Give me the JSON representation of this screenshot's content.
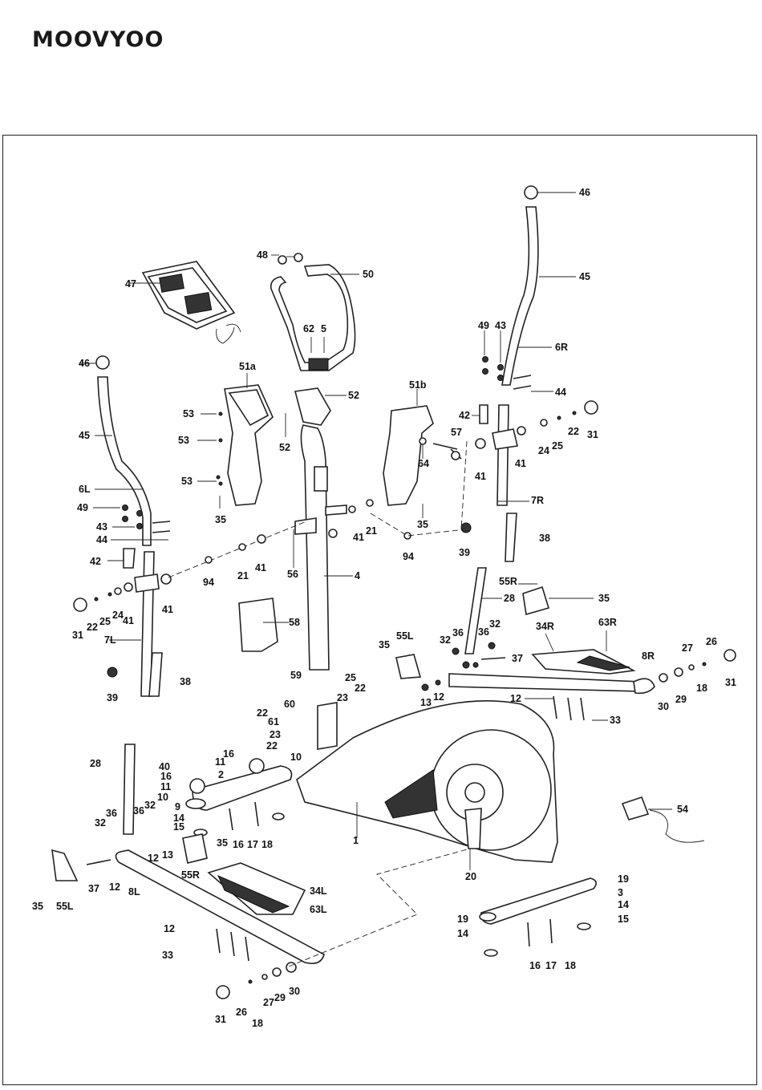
{
  "brand": "MOOVYOO",
  "labels": [
    {
      "id": "46r",
      "text": "46"
    },
    {
      "id": "45r",
      "text": "45"
    },
    {
      "id": "6R",
      "text": "6R"
    },
    {
      "id": "49r",
      "text": "49"
    },
    {
      "id": "43r",
      "text": "43"
    },
    {
      "id": "44r",
      "text": "44"
    },
    {
      "id": "48",
      "text": "48"
    },
    {
      "id": "50",
      "text": "50"
    },
    {
      "id": "62",
      "text": "62"
    },
    {
      "id": "5",
      "text": "5"
    },
    {
      "id": "47",
      "text": "47"
    },
    {
      "id": "46l",
      "text": "46"
    },
    {
      "id": "45l",
      "text": "45"
    },
    {
      "id": "6L",
      "text": "6L"
    },
    {
      "id": "49l",
      "text": "49"
    },
    {
      "id": "43l",
      "text": "43"
    },
    {
      "id": "44l",
      "text": "44"
    },
    {
      "id": "51a",
      "text": "51a"
    },
    {
      "id": "52a",
      "text": "52"
    },
    {
      "id": "52b",
      "text": "52"
    },
    {
      "id": "51b",
      "text": "51b"
    },
    {
      "id": "53a",
      "text": "53"
    },
    {
      "id": "53b",
      "text": "53"
    },
    {
      "id": "53c",
      "text": "53"
    },
    {
      "id": "35a",
      "text": "35"
    },
    {
      "id": "42r",
      "text": "42"
    },
    {
      "id": "57",
      "text": "57"
    },
    {
      "id": "64",
      "text": "64"
    },
    {
      "id": "41r1",
      "text": "41"
    },
    {
      "id": "41r2",
      "text": "41"
    },
    {
      "id": "24r",
      "text": "24"
    },
    {
      "id": "25r",
      "text": "25"
    },
    {
      "id": "22r",
      "text": "22"
    },
    {
      "id": "31r",
      "text": "31"
    },
    {
      "id": "7R",
      "text": "7R"
    },
    {
      "id": "38r",
      "text": "38"
    },
    {
      "id": "39r",
      "text": "39"
    },
    {
      "id": "94r",
      "text": "94"
    },
    {
      "id": "35b",
      "text": "35"
    },
    {
      "id": "21r",
      "text": "21"
    },
    {
      "id": "41c",
      "text": "41"
    },
    {
      "id": "42l",
      "text": "42"
    },
    {
      "id": "94l",
      "text": "94"
    },
    {
      "id": "21l",
      "text": "21"
    },
    {
      "id": "41l1",
      "text": "41"
    },
    {
      "id": "56",
      "text": "56"
    },
    {
      "id": "4",
      "text": "4"
    },
    {
      "id": "31l",
      "text": "31"
    },
    {
      "id": "22l",
      "text": "22"
    },
    {
      "id": "25l",
      "text": "25"
    },
    {
      "id": "24l",
      "text": "24"
    },
    {
      "id": "41l2",
      "text": "41"
    },
    {
      "id": "41l3",
      "text": "41"
    },
    {
      "id": "7L",
      "text": "7L"
    },
    {
      "id": "39l",
      "text": "39"
    },
    {
      "id": "38l",
      "text": "38"
    },
    {
      "id": "58",
      "text": "58"
    },
    {
      "id": "55Rt",
      "text": "55R"
    },
    {
      "id": "35c",
      "text": "35"
    },
    {
      "id": "28r",
      "text": "28"
    },
    {
      "id": "34R",
      "text": "34R"
    },
    {
      "id": "63R",
      "text": "63R"
    },
    {
      "id": "35d",
      "text": "35"
    },
    {
      "id": "55Lt",
      "text": "55L"
    },
    {
      "id": "32a",
      "text": "32"
    },
    {
      "id": "36a",
      "text": "36"
    },
    {
      "id": "36b",
      "text": "36"
    },
    {
      "id": "32b",
      "text": "32"
    },
    {
      "id": "37r",
      "text": "37"
    },
    {
      "id": "27r",
      "text": "27"
    },
    {
      "id": "26r",
      "text": "26"
    },
    {
      "id": "8R",
      "text": "8R"
    },
    {
      "id": "18r",
      "text": "18"
    },
    {
      "id": "31r2",
      "text": "31"
    },
    {
      "id": "30r",
      "text": "30"
    },
    {
      "id": "29r",
      "text": "29"
    },
    {
      "id": "59",
      "text": "59"
    },
    {
      "id": "25c",
      "text": "25"
    },
    {
      "id": "22c",
      "text": "22"
    },
    {
      "id": "23a",
      "text": "23"
    },
    {
      "id": "60",
      "text": "60"
    },
    {
      "id": "13r",
      "text": "13"
    },
    {
      "id": "12r",
      "text": "12"
    },
    {
      "id": "12r2",
      "text": "12"
    },
    {
      "id": "33r",
      "text": "33"
    },
    {
      "id": "22d",
      "text": "22"
    },
    {
      "id": "61",
      "text": "61"
    },
    {
      "id": "23b",
      "text": "23"
    },
    {
      "id": "22e",
      "text": "22"
    },
    {
      "id": "16a",
      "text": "16"
    },
    {
      "id": "10a",
      "text": "10"
    },
    {
      "id": "28l",
      "text": "28"
    },
    {
      "id": "40",
      "text": "40"
    },
    {
      "id": "16b",
      "text": "16"
    },
    {
      "id": "11a",
      "text": "11"
    },
    {
      "id": "11b",
      "text": "11"
    },
    {
      "id": "2",
      "text": "2"
    },
    {
      "id": "10b",
      "text": "10"
    },
    {
      "id": "9",
      "text": "9"
    },
    {
      "id": "14a",
      "text": "14"
    },
    {
      "id": "15a",
      "text": "15"
    },
    {
      "id": "16c",
      "text": "16"
    },
    {
      "id": "17a",
      "text": "17"
    },
    {
      "id": "18a",
      "text": "18"
    },
    {
      "id": "1",
      "text": "1"
    },
    {
      "id": "54",
      "text": "54"
    },
    {
      "id": "32c",
      "text": "32"
    },
    {
      "id": "36c",
      "text": "36"
    },
    {
      "id": "36d",
      "text": "36"
    },
    {
      "id": "32d",
      "text": "32"
    },
    {
      "id": "12a",
      "text": "12"
    },
    {
      "id": "13a",
      "text": "13"
    },
    {
      "id": "35e",
      "text": "35"
    },
    {
      "id": "55Rb",
      "text": "55R"
    },
    {
      "id": "20",
      "text": "20"
    },
    {
      "id": "37l",
      "text": "37"
    },
    {
      "id": "12b",
      "text": "12"
    },
    {
      "id": "8L",
      "text": "8L"
    },
    {
      "id": "34L",
      "text": "34L"
    },
    {
      "id": "63L",
      "text": "63L"
    },
    {
      "id": "35f",
      "text": "35"
    },
    {
      "id": "55Lb",
      "text": "55L"
    },
    {
      "id": "19a",
      "text": "19"
    },
    {
      "id": "3",
      "text": "3"
    },
    {
      "id": "14b",
      "text": "14"
    },
    {
      "id": "15b",
      "text": "15"
    },
    {
      "id": "19b",
      "text": "19"
    },
    {
      "id": "14c",
      "text": "14"
    },
    {
      "id": "16d",
      "text": "16"
    },
    {
      "id": "17b",
      "text": "17"
    },
    {
      "id": "18b",
      "text": "18"
    },
    {
      "id": "12c",
      "text": "12"
    },
    {
      "id": "33l",
      "text": "33"
    },
    {
      "id": "26l",
      "text": "26"
    },
    {
      "id": "27l",
      "text": "27"
    },
    {
      "id": "29l",
      "text": "29"
    },
    {
      "id": "30l",
      "text": "30"
    },
    {
      "id": "31l2",
      "text": "31"
    },
    {
      "id": "18l",
      "text": "18"
    }
  ]
}
